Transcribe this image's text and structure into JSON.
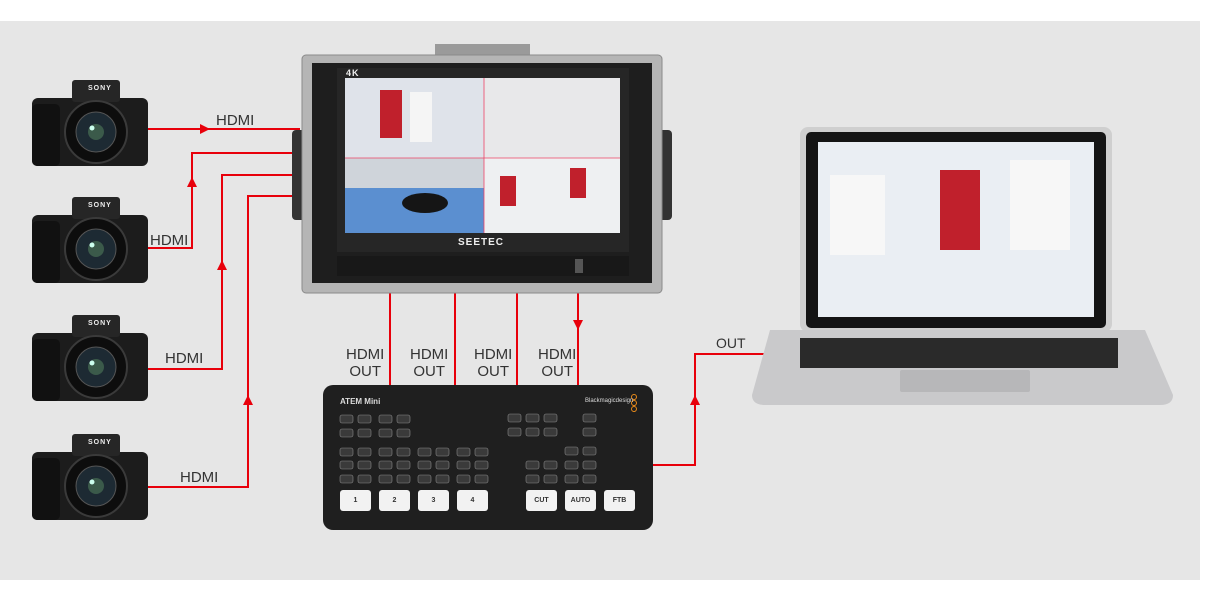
{
  "colors": {
    "wire": "#e8000b",
    "background": "#e6e6e6",
    "device": "#222222"
  },
  "cameras": [
    {
      "brand": "SONY"
    },
    {
      "brand": "SONY"
    },
    {
      "brand": "SONY"
    },
    {
      "brand": "SONY"
    }
  ],
  "camera_links": [
    "HDMI",
    "HDMI",
    "HDMI",
    "HDMI"
  ],
  "monitor": {
    "brand": "SEETEC",
    "badge": "4K"
  },
  "monitor_outputs": [
    {
      "line1": "HDMI",
      "line2": "OUT"
    },
    {
      "line1": "HDMI",
      "line2": "OUT"
    },
    {
      "line1": "HDMI",
      "line2": "OUT"
    },
    {
      "line1": "HDMI",
      "line2": "OUT"
    }
  ],
  "switcher": {
    "title": "ATEM Mini",
    "brand": "Blackmagicdesign",
    "inputs": [
      "1",
      "2",
      "3",
      "4"
    ],
    "actions": [
      "CUT",
      "AUTO",
      "FTB"
    ]
  },
  "laptop_link": "OUT"
}
